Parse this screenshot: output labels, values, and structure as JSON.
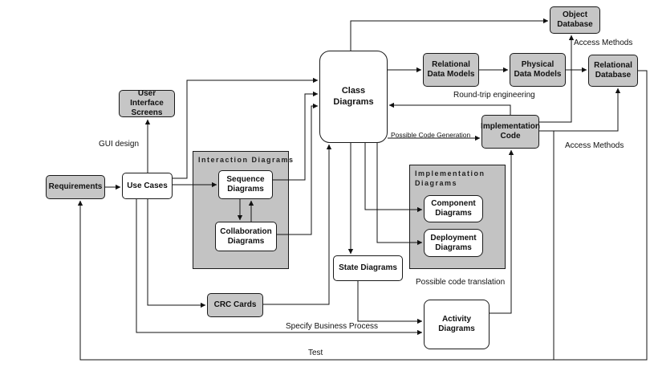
{
  "nodes": {
    "requirements": {
      "label": "Requirements"
    },
    "use_cases": {
      "label": "Use Cases"
    },
    "user_interface_screens": {
      "label": "User Interface Screens"
    },
    "interaction_diagrams_group": {
      "label": "Interaction Diagrams"
    },
    "sequence_diagrams": {
      "label": "Sequence Diagrams"
    },
    "collaboration_diagrams": {
      "label": "Collaboration Diagrams"
    },
    "class_diagrams": {
      "label": "Class Diagrams"
    },
    "relational_data_models": {
      "label": "Relational Data Models"
    },
    "physical_data_models": {
      "label": "Physical Data Models"
    },
    "object_database": {
      "label": "Object Database"
    },
    "relational_database": {
      "label": "Relational Database"
    },
    "implementation_code": {
      "label": "Implementation Code"
    },
    "implementation_diagrams_group": {
      "label": "Implementation Diagrams"
    },
    "component_diagrams": {
      "label": "Component Diagrams"
    },
    "deployment_diagrams": {
      "label": "Deployment Diagrams"
    },
    "state_diagrams": {
      "label": "State Diagrams"
    },
    "crc_cards": {
      "label": "CRC Cards"
    },
    "activity_diagrams": {
      "label": "Activity Diagrams"
    }
  },
  "edge_labels": {
    "gui_design": "GUI design",
    "round_trip_engineering": "Round-trip engineering",
    "access_methods_object_db": "Access Methods",
    "possible_code_generation": "Possible Code Generation",
    "access_methods_relational_db": "Access Methods",
    "possible_code_translation": "Possible code translation",
    "specify_business_process": "Specify Business Process",
    "test": "Test"
  },
  "colors": {
    "node_gray": "#c6c6c6",
    "node_white": "#ffffff",
    "line": "#111111",
    "background": "#ffffff"
  }
}
